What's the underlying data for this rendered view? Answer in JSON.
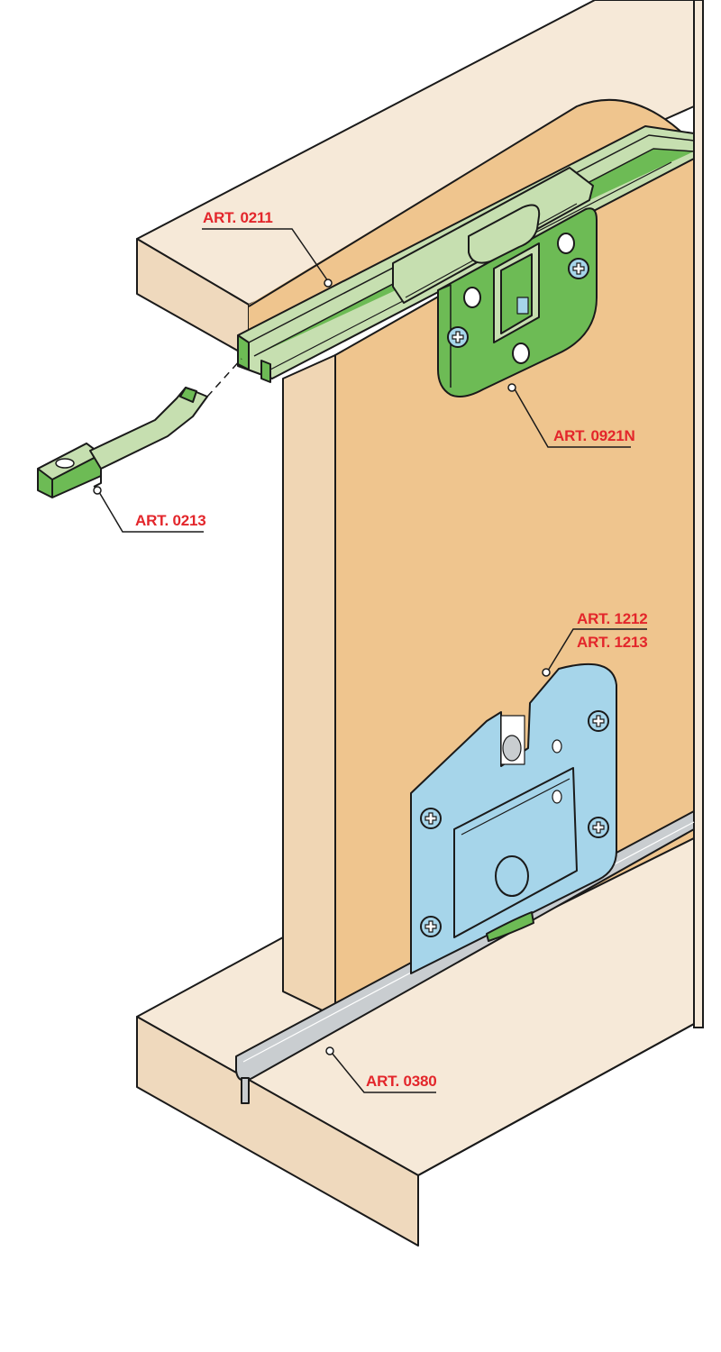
{
  "colors": {
    "label": "#e3262b",
    "wood_light": "#f6e9d8",
    "wood_mid": "#efd9bd",
    "panel": "#efc58e",
    "panel_edge": "#f0d6b4",
    "track_green": "#c6dfb0",
    "part_green": "#6dbb55",
    "part_blue": "#a6d5ea",
    "rail_grey": "#c9cdd0",
    "outline": "#1a1a1a"
  },
  "icons": {
    "screw": "cross-head-screw-icon"
  },
  "parts": [
    {
      "id": "art-0211",
      "label": "ART. 0211"
    },
    {
      "id": "art-0921n",
      "label": "ART. 0921N"
    },
    {
      "id": "art-0213",
      "label": "ART. 0213"
    },
    {
      "id": "art-1212",
      "label": "ART. 1212"
    },
    {
      "id": "art-1213",
      "label": "ART. 1213"
    },
    {
      "id": "art-0380",
      "label": "ART. 0380"
    }
  ]
}
